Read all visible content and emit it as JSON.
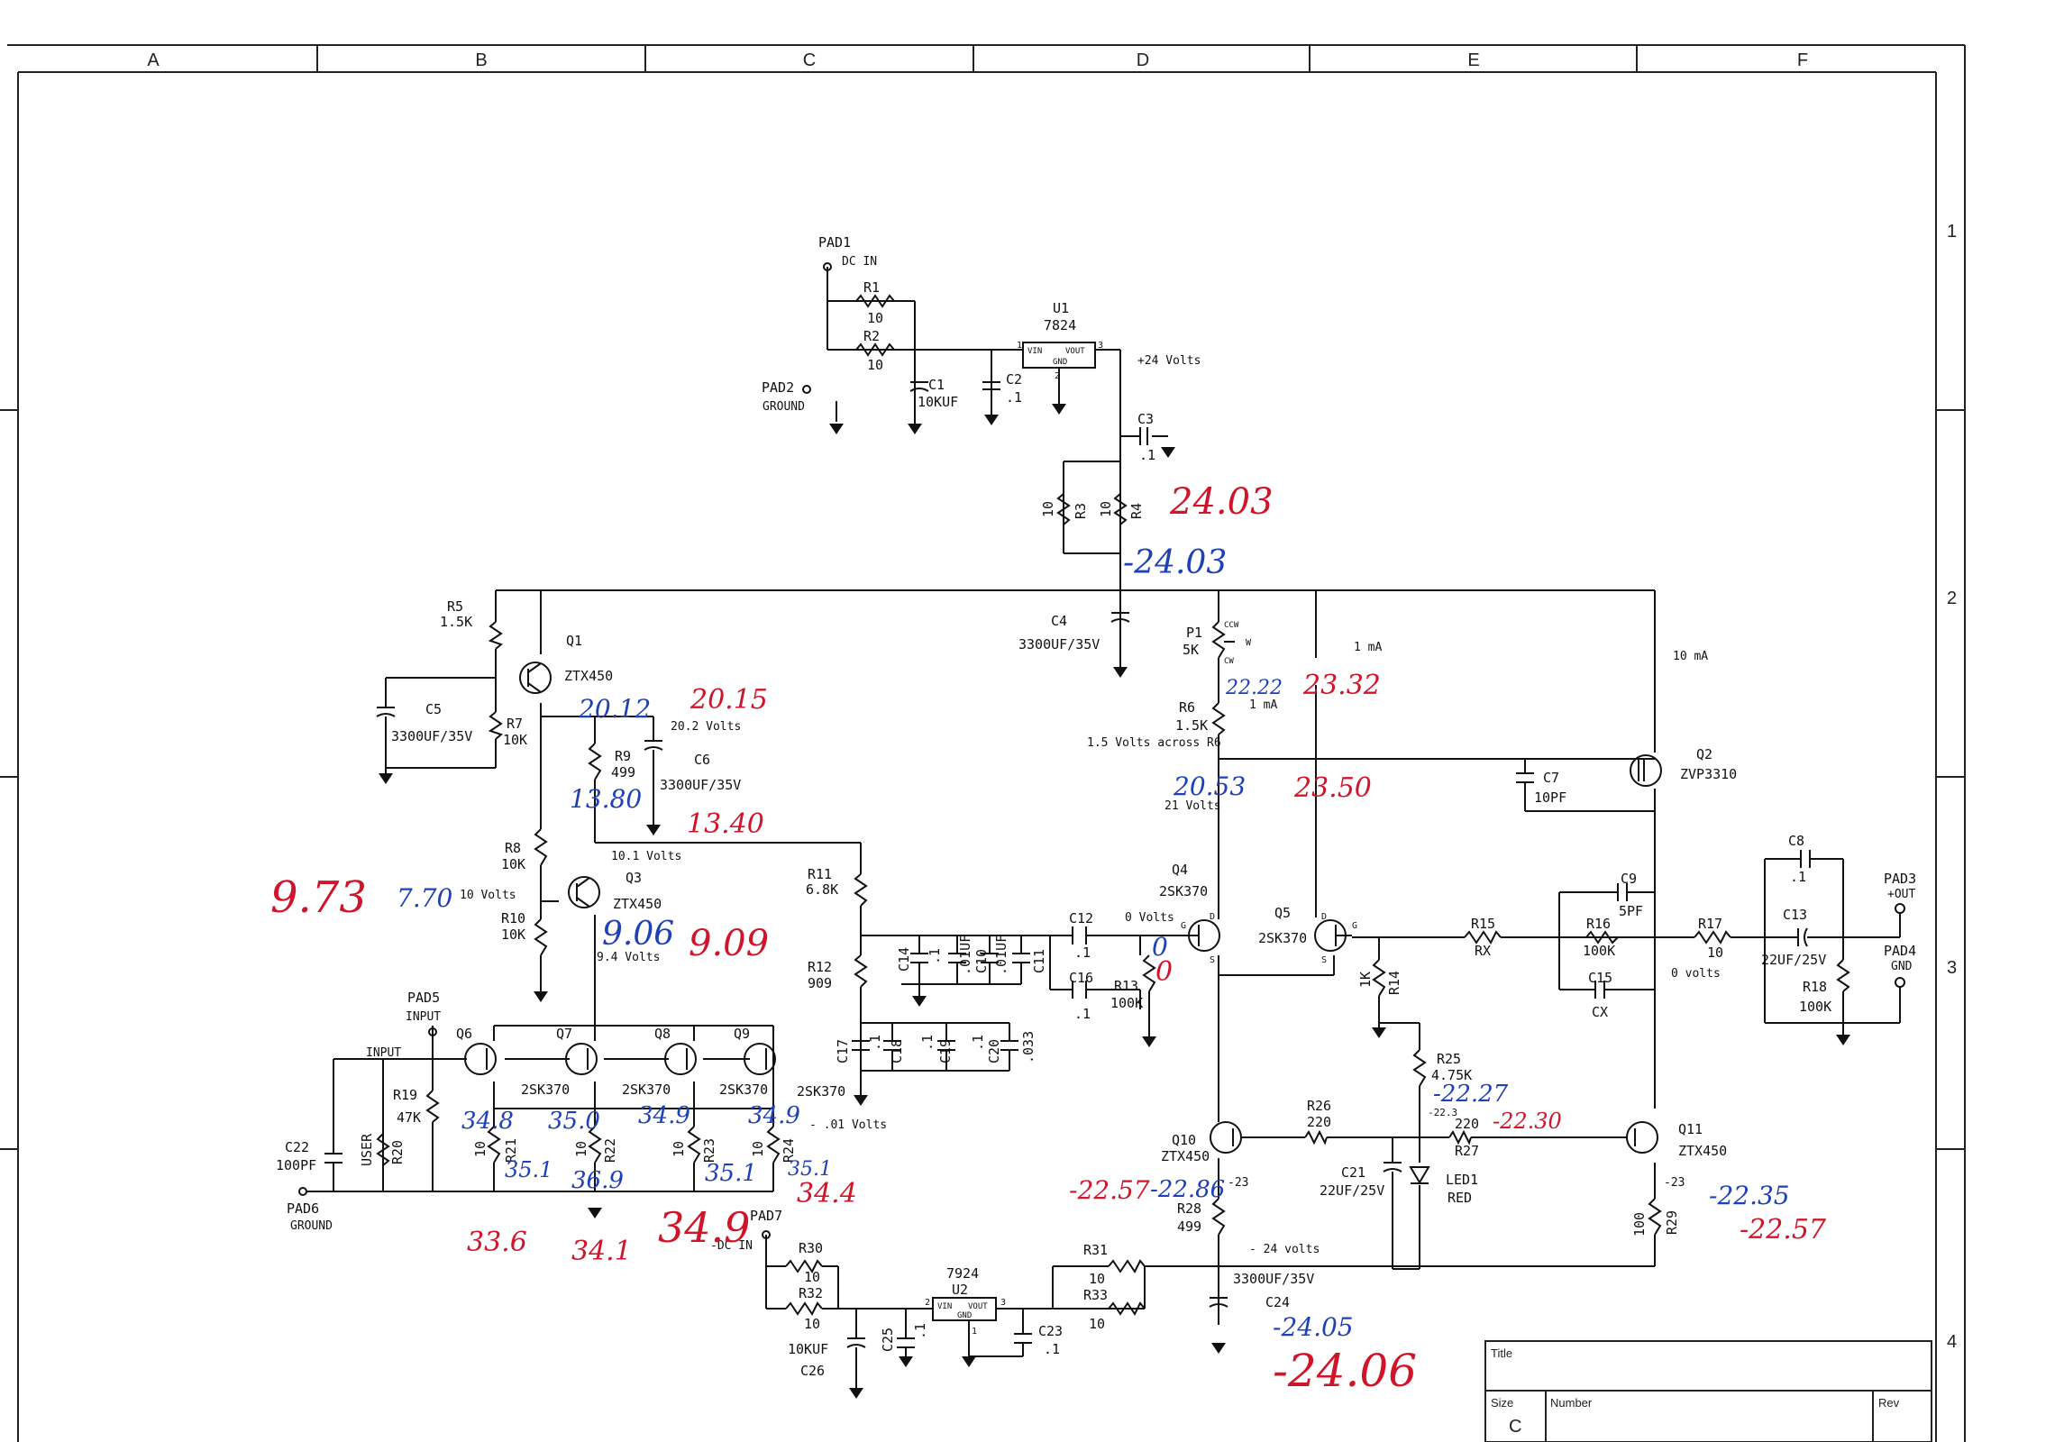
{
  "frame": {
    "columns": [
      "A",
      "B",
      "C",
      "D",
      "E",
      "F"
    ],
    "rows": [
      "1",
      "2",
      "3",
      "4"
    ]
  },
  "title_block": {
    "title_label": "Title",
    "size_label": "Size",
    "size_value": "C",
    "number_label": "Number",
    "rev_label": "Rev"
  },
  "labels": {
    "pad1": "PAD1",
    "dc_in": "DC IN",
    "r1": "R1",
    "r1_val": "10",
    "r2": "R2",
    "r2_val": "10",
    "c1": "C1",
    "c1_val": "10KUF",
    "c2": "C2",
    "c2_val": ".1",
    "u1": "U1",
    "u1_val": "7824",
    "u1_vin": "VIN",
    "u1_vout": "VOUT",
    "u1_gnd": "GND",
    "u1_p1": "1",
    "u1_p2": "2",
    "u1_p3": "3",
    "plus24": "+24 Volts",
    "pad2": "PAD2",
    "ground": "GROUND",
    "c3": "C3",
    "c3_val": ".1",
    "r3": "R3",
    "r3_val": "10",
    "r4": "R4",
    "r4_val": "10",
    "c4": "C4",
    "c4_val": "3300UF/35V",
    "p1": "P1",
    "p1_val": "5K",
    "ccw": "CCW",
    "cw": "CW",
    "w": "W",
    "one_ma_a": "1 mA",
    "one_ma_b": "1 mA",
    "ten_ma": "10 mA",
    "r6": "R6",
    "r6_val": "1.5K",
    "r6_note": "1.5 Volts across R6",
    "v21": "21 Volts",
    "r5": "R5",
    "r5_val": "1.5K",
    "q1": "Q1",
    "q1_val": "ZTX450",
    "c5": "C5",
    "c5_val": "3300UF/35V",
    "r7": "R7",
    "r7_val": "10K",
    "v202": "20.2 Volts",
    "r9": "R9",
    "r9_val": "499",
    "c6": "C6",
    "c6_val": "3300UF/35V",
    "v101": "10.1 Volts",
    "r8": "R8",
    "r8_val": "10K",
    "q3": "Q3",
    "q3_val": "ZTX450",
    "v10": "10 Volts",
    "r10": "R10",
    "r10_val": "10K",
    "v94": "9.4 Volts",
    "r11": "R11",
    "r11_val": "6.8K",
    "r12": "R12",
    "r12_val": "909",
    "c12": "C12",
    "c12_val": ".1",
    "c14": "C14",
    "c14_val": ".1",
    "c10": "C10",
    "c10_val": ".01UF",
    "c11": "C11",
    "c11_val": ".01UF",
    "c16": "C16",
    "c16_val": ".1",
    "c17": "C17",
    "c17_val": ".1",
    "c18": "C18",
    "c18_val": ".1",
    "c19": "C19",
    "c19_val": ".1",
    "c20": "C20",
    "c20_val": ".033",
    "r13": "R13",
    "r13_val": "100K",
    "v0": "0 Volts",
    "q4": "Q4",
    "q4_val": "2SK370",
    "q5": "Q5",
    "q5_val": "2SK370",
    "pin_g": "G",
    "pin_d": "D",
    "pin_s": "S",
    "c7": "C7",
    "c7_val": "10PF",
    "q2": "Q2",
    "q2_val": "ZVP3310",
    "c9": "C9",
    "c9_val": "5PF",
    "r15": "R15",
    "r15_val": "RX",
    "r16": "R16",
    "r16_val": "100K",
    "c15": "C15",
    "c15_val": "CX",
    "r17": "R17",
    "r17_val": "10",
    "c8": "C8",
    "c8_val": ".1",
    "c13": "C13",
    "c13_val": "22UF/25V",
    "pad3": "PAD3",
    "out": "+OUT",
    "pad4": "PAD4",
    "gnd": "GND",
    "r18": "R18",
    "r18_val": "100K",
    "zero_volts": "0 volts",
    "r14": "R14",
    "r14_val": "1K",
    "pad5": "PAD5",
    "input": "INPUT",
    "input_net": "INPUT",
    "q6": "Q6",
    "q7": "Q7",
    "q8": "Q8",
    "q9": "Q9",
    "q7_val": "2SK370",
    "q8_val": "2SK370",
    "q9_val": "2SK370",
    "q6_val": "2SK370",
    "r19": "R19",
    "r19_val": "47K",
    "r20": "R20",
    "r20_val": "USER",
    "r21": "R21",
    "r21_val": "10",
    "r22": "R22",
    "r22_val": "10",
    "r23": "R23",
    "r23_val": "10",
    "r24": "R24",
    "r24_val": "10",
    "c22": "C22",
    "c22_val": "100PF",
    "pad6": "PAD6",
    "pad6_ground": "GROUND",
    "v001": "- .01 Volts",
    "pad7": "PAD7",
    "minus_dc_in": "-DC IN",
    "r30": "R30",
    "r30_val": "10",
    "r32": "R32",
    "r32_val": "10",
    "c26": "C26",
    "c26_val": "10KUF",
    "c25": "C25",
    "c25_val": ".1",
    "u2": "U2",
    "u2_val": "7924",
    "u2_vin": "VIN",
    "u2_vout": "VOUT",
    "u2_gnd": "GND",
    "u2_p1": "1",
    "u2_p2": "2",
    "u2_p3": "3",
    "c23": "C23",
    "c23_val": ".1",
    "r31": "R31",
    "r31_val": "10",
    "r33": "R33",
    "r33_val": "10",
    "r25": "R25",
    "r25_val": "4.75K",
    "r26": "R26",
    "r26_val": "220",
    "r27": "R27",
    "r27_val": "220",
    "v223": "-22.3",
    "q10": "Q10",
    "q10_val": "ZTX450",
    "m23a": "-23",
    "q11": "Q11",
    "q11_val": "ZTX450",
    "m23b": "-23",
    "c21": "C21",
    "c21_val": "22UF/25V",
    "led1": "LED1",
    "led1_val": "RED",
    "r28": "R28",
    "r28_val": "499",
    "r29": "R29",
    "r29_val": "100",
    "m24": "- 24 volts",
    "c24": "C24",
    "c24_val": "3300UF/35V"
  },
  "annotations": {
    "red": {
      "v2403": "24.03",
      "v2332": "23.32",
      "v2350": "23.50",
      "v2015": "20.15",
      "v1340": "13.40",
      "v973": "9.73",
      "v909": "9.09",
      "v00": "0",
      "v2230": "-22.30",
      "v2757": "-22.57",
      "v2757b": "-22.57",
      "v336": "33.6",
      "v341": "34.1",
      "v349": "34.9",
      "v344": "34.4",
      "v2406": "-24.06"
    },
    "blue": {
      "v2403b": "-24.03",
      "v2222": "22.22",
      "v2053": "20.53",
      "v2012": "20.12",
      "v1380": "13.80",
      "v970": "7.70",
      "v906": "9.06",
      "v0b": "0",
      "v2227": "-22.27",
      "v2286": "-22.86",
      "v2235": "-22.35",
      "v348": "34.8",
      "v350": "35.0",
      "v349b": "34.9",
      "v349c": "34.9",
      "v351": "35.1",
      "v369": "36.9",
      "v351b": "35.1",
      "v351c": "35.1",
      "v2405": "-24.05"
    }
  }
}
